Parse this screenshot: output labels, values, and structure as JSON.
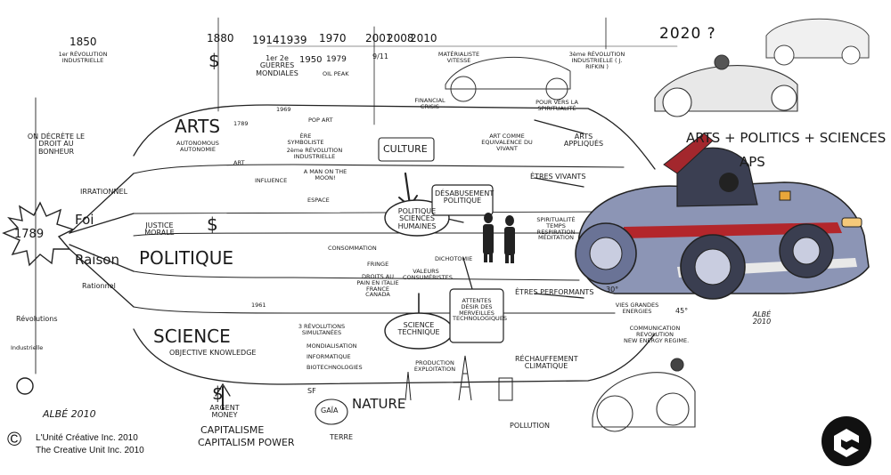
{
  "timeline": {
    "years": [
      "1850",
      "1880",
      "1914",
      "1939",
      "1950",
      "1970",
      "1979",
      "2001",
      "2008",
      "2010",
      "2020 ?"
    ],
    "events": {
      "first_revolution": "1er RÉVOLUTION INDUSTRIELLE",
      "wars": "1er 2e GUERRES MONDIALES",
      "oil_peak": "OIL PEAK",
      "nine_eleven": "9/11",
      "financial_crisis": "FINANCIAL CRISIS",
      "third_revolution": "3ème RÉVOLUTION INDUSTRIELLE ( J. RIFKIN )",
      "materialiste": "MATÉRIALISTE VITESSE",
      "year_1969": "1969",
      "year_1789_small": "1789",
      "year_1961": "1961"
    }
  },
  "origin": {
    "year": "1789",
    "decree": "ON DÉCRÈTE LE DROIT AU BONHEUR",
    "irrationnel": "IRRATIONNEL",
    "foi": "Foi",
    "raison": "Raison",
    "rationnel": "Rationnel",
    "revolutions": "Révolutions",
    "industrielle": "Industrielle",
    "dollar": "$"
  },
  "bands": {
    "arts": "ARTS",
    "arts_sub": "AUTONOMOUS AUTONOMIE",
    "justice": "JUSTICE MORALE",
    "politique": "POLITIQUE",
    "science": "SCIENCE",
    "science_sub": "OBJECTIVE KNOWLEDGE",
    "money": "ARGENT MONEY",
    "capitalisme": "CAPITALISME",
    "capitalism_power": "CAPITALISM POWER"
  },
  "nodes": {
    "culture": "CULTURE",
    "politique_sciences": "POLITIQUE SCIENCES HUMAINES",
    "desabusement": "DÉSABUSEMENT POLITIQUE",
    "attentes": "ATTENTES DÉSIR DES MERVEILLES TECHNOLOGIQUES",
    "science_technique": "SCIENCE TECHNIQUE",
    "nature": "NATURE",
    "gaia": "GAÏA",
    "terre": "TERRE",
    "sf": "SF"
  },
  "annotations": {
    "ere_symboliste": "ÈRE SYMBOLISTE",
    "deuxieme_revolution": "2ème RÉVOLUTION INDUSTRIELLE",
    "pop_art": "POP ART",
    "influence": "INFLUENCE",
    "art": "ART",
    "moon": "A MAN ON THE MOON!",
    "espace": "ESPACE",
    "consommation": "CONSOMMATION",
    "fringe": "FRINGE",
    "droits": "DROITS AU PAIN EN ITALIE FRANCE CANADA",
    "valeurs": "VALEURS CONSUMÉRISTES",
    "dichotomie": "DICHOTOMIE",
    "trois_revolutions": "3 RÉVOLUTIONS SIMULTANÉES",
    "rev1": "MONDIALISATION",
    "rev2": "INFORMATIQUE",
    "rev3": "BIOTECHNOLOGIES",
    "production": "PRODUCTION EXPLOITATION",
    "pollution": "POLLUTION",
    "rechauffement": "RÉCHAUFFEMENT CLIMATIQUE",
    "art_comme": "ART COMME EQUIVALENCE DU VIVANT",
    "arts_appliques": "ARTS APPLIQUÉS",
    "etres_vivants": "ÊTRES VIVANTS",
    "spiritualite": "SPIRITUALITÉ TEMPS RESPIRATION MÉDITATION",
    "etres_performants": "ÊTRES PERFORMANTS",
    "vers_spiritualite": "POUR VERS LA SPIRITUALITÉ",
    "energies": "VIES GRANDES ENERGIES",
    "communication": "COMMUNICATION REVOLUTION",
    "new_energy": "NEW ENERGY REGIME.",
    "thirty": "30°",
    "fortyfive": "45°"
  },
  "aps": {
    "line1": "ARTS + POLITICS + SCIENCES =",
    "line2": "APS"
  },
  "signatures": {
    "main": "ALBÉ 2010",
    "car": "ALBÉ 2010"
  },
  "copyright": {
    "symbol": "©",
    "fr": "L'Unité Créative Inc. 2010",
    "en": "The Creative Unit Inc. 2010"
  },
  "logo_icon": "creative-unit-logo-icon",
  "colors": {
    "ink": "#1a1a1a",
    "car_blue": "#4a5a8a",
    "car_red": "#b3262b",
    "logo_bg": "#111111"
  }
}
